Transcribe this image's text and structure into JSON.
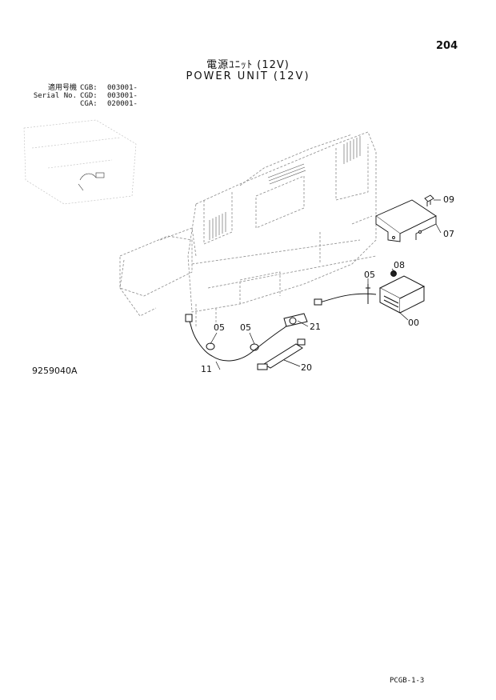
{
  "header": {
    "page_number": "204",
    "title_jp": "電源ﾕﾆｯﾄ (12V)",
    "title_en": "POWER UNIT (12V)"
  },
  "serials": [
    {
      "label": "適用号機",
      "code": "CGB:",
      "value": "003001-"
    },
    {
      "label": "Serial No.",
      "code": "CGD:",
      "value": "003001-"
    },
    {
      "label": "",
      "code": "CGA:",
      "value": "020001-"
    }
  ],
  "callouts": {
    "c09": "09",
    "c07": "07",
    "c08": "08",
    "c05a": "05",
    "c00": "00",
    "c05b": "05",
    "c05c": "05",
    "c21": "21",
    "c11": "11",
    "c20": "20"
  },
  "figure_id": "9259040A",
  "footer_code": "PCGB-1-3"
}
